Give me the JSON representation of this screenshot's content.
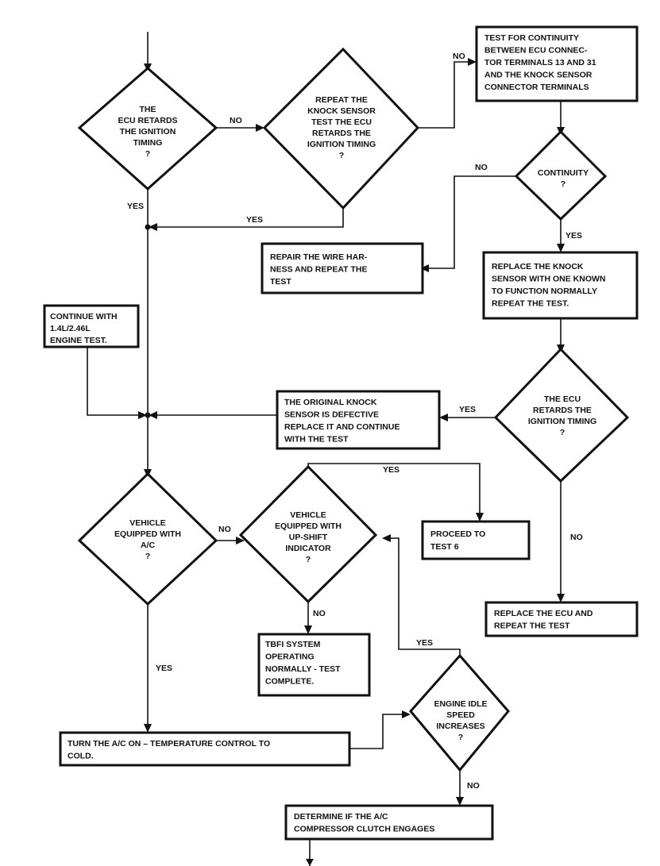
{
  "diamonds": {
    "ecu_retards_1": [
      "THE",
      "ECU RETARDS",
      "THE IGNITION",
      "TIMING",
      "?"
    ],
    "repeat_knock": [
      "REPEAT THE",
      "KNOCK SENSOR",
      "TEST  THE ECU",
      "RETARDS THE",
      "IGNITION TIMING",
      "?"
    ],
    "continuity": [
      "CONTINUITY",
      "?"
    ],
    "ecu_retards_2": [
      "THE ECU",
      "RETARDS THE",
      "IGNITION TIMING",
      "?"
    ],
    "vehicle_ac": [
      "VEHICLE",
      "EQUIPPED WITH",
      "A/C",
      "?"
    ],
    "upshift": [
      "VEHICLE",
      "EQUIPPED WITH",
      "UP-SHIFT",
      "INDICATOR",
      "?"
    ],
    "idle_speed": [
      "ENGINE IDLE",
      "SPEED",
      "INCREASES",
      "?"
    ]
  },
  "boxes": {
    "test_continuity": [
      "TEST FOR CONTINUITY",
      "BETWEEN ECU CONNEC-",
      "TOR TERMINALS 13 AND 31",
      "AND THE KNOCK SENSOR",
      "CONNECTOR TERMINALS"
    ],
    "repair_harness": [
      "REPAIR THE WIRE HAR-",
      "NESS AND REPEAT THE",
      "TEST"
    ],
    "replace_knock": [
      "REPLACE THE KNOCK",
      "SENSOR WITH ONE KNOWN",
      "TO FUNCTION NORMALLY",
      "REPEAT THE TEST."
    ],
    "continue_engine": [
      "CONTINUE WITH",
      "1.4L/2.46L",
      "ENGINE TEST."
    ],
    "original_defective": [
      "THE ORIGINAL KNOCK",
      "SENSOR IS DEFECTIVE",
      "REPLACE IT AND CONTINUE",
      "WITH THE TEST"
    ],
    "proceed_test6": [
      "PROCEED TO",
      "TEST 6"
    ],
    "replace_ecu": [
      "REPLACE THE ECU AND",
      "REPEAT THE TEST"
    ],
    "tbfi_normal": [
      "TBFI SYSTEM",
      "OPERATING",
      "NORMALLY - TEST",
      "COMPLETE."
    ],
    "turn_ac_on": [
      "TURN THE A/C ON – TEMPERATURE CONTROL TO",
      "COLD."
    ],
    "determine_clutch": [
      "DETERMINE IF THE A/C",
      "COMPRESSOR CLUTCH ENGAGES"
    ]
  },
  "edge_labels": {
    "ecu1_no": "NO",
    "repeat_no": "NO",
    "continuity_no": "NO",
    "ecu1_yes": "YES",
    "repeat_yes": "YES",
    "continuity_yes": "YES",
    "ecu2_yes": "YES",
    "upshift_yes": "YES",
    "ac_no": "NO",
    "ecu2_no": "NO",
    "upshift_no": "NO",
    "idle_yes": "YES",
    "ac_yes": "YES",
    "idle_no": "NO"
  }
}
